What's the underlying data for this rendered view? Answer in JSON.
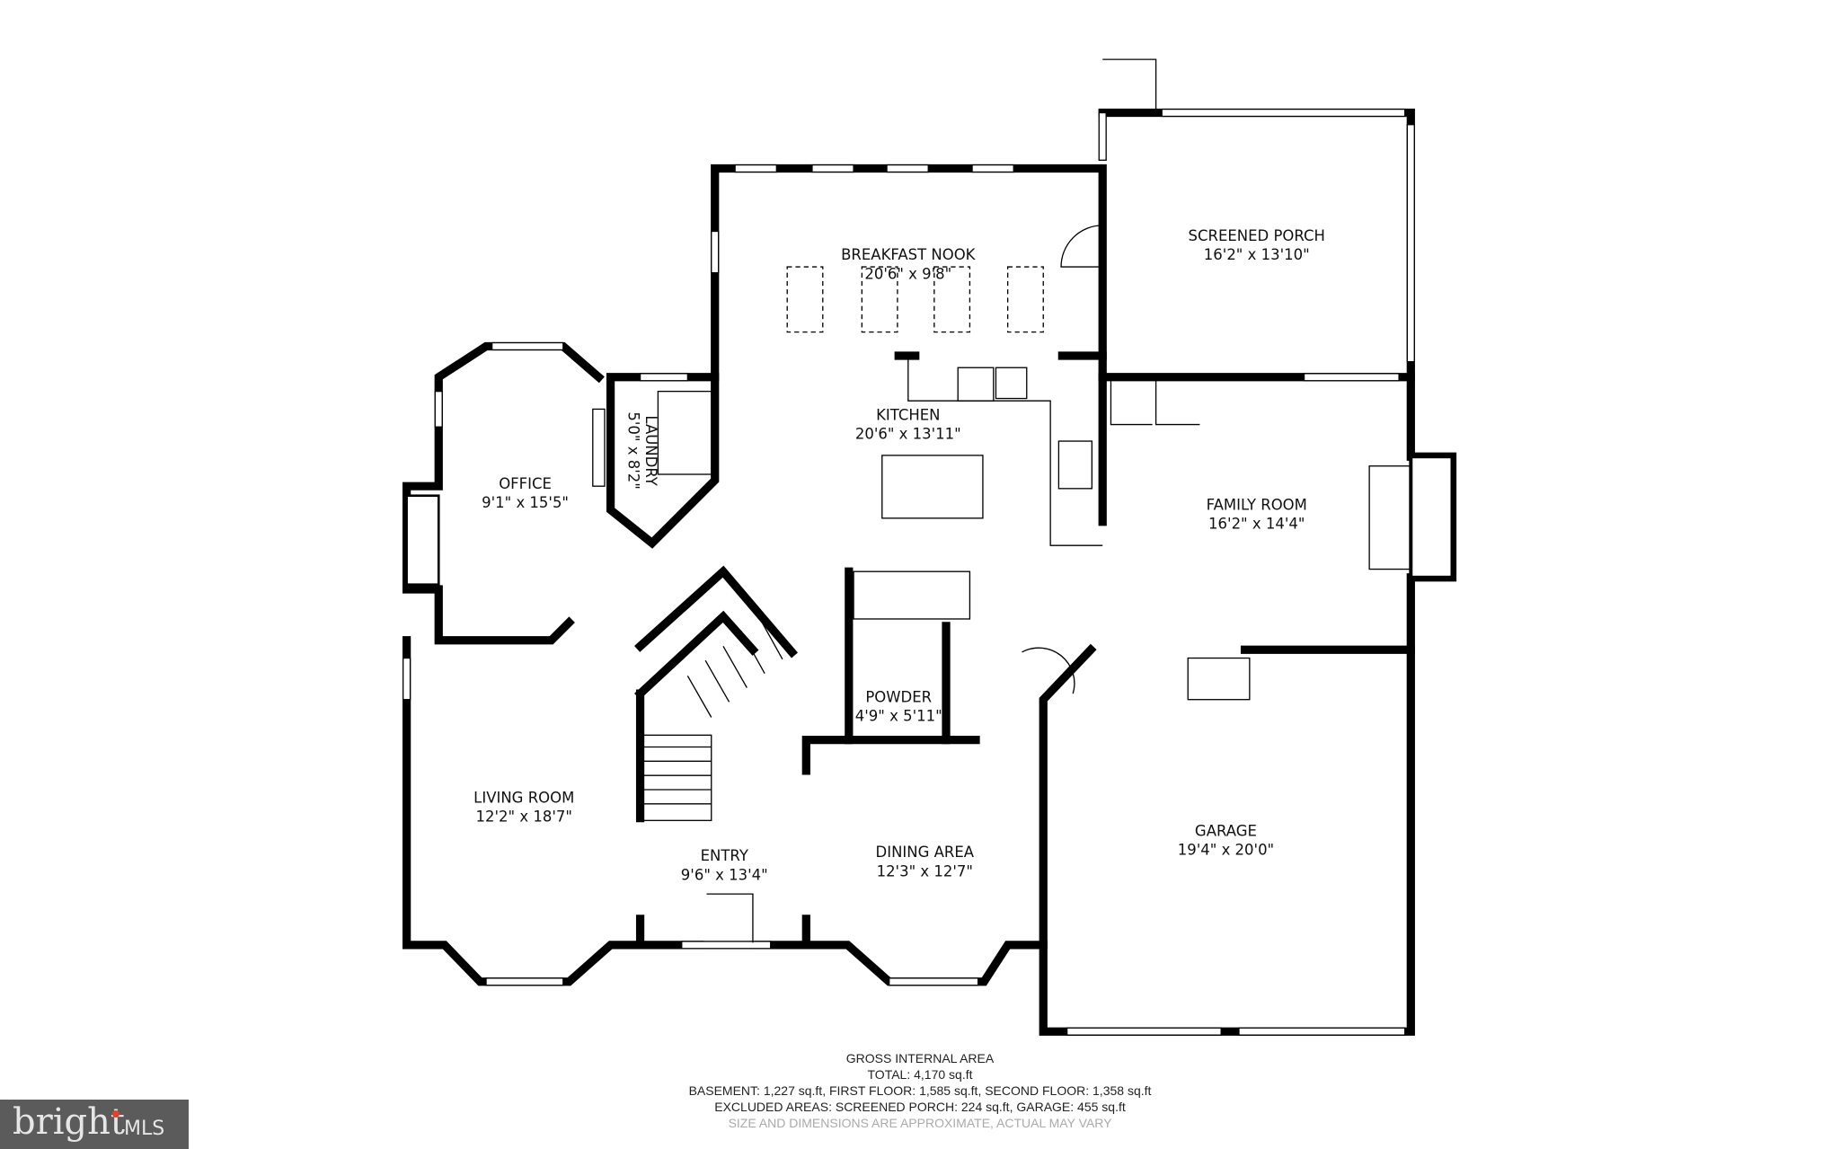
{
  "rooms": {
    "breakfast_nook": {
      "name": "BREAKFAST NOOK",
      "dims": "20'6\" x 9'8\""
    },
    "screened_porch": {
      "name": "SCREENED PORCH",
      "dims": "16'2\" x 13'10\""
    },
    "kitchen": {
      "name": "KITCHEN",
      "dims": "20'6\" x 13'11\""
    },
    "laundry": {
      "name": "LAUNDRY",
      "dims": "5'0\" x 8'2\""
    },
    "office": {
      "name": "OFFICE",
      "dims": "9'1\" x 15'5\""
    },
    "family_room": {
      "name": "FAMILY ROOM",
      "dims": "16'2\" x 14'4\""
    },
    "powder": {
      "name": "POWDER",
      "dims": "4'9\" x 5'11\""
    },
    "living_room": {
      "name": "LIVING ROOM",
      "dims": "12'2\" x 18'7\""
    },
    "entry": {
      "name": "ENTRY",
      "dims": "9'6\" x 13'4\""
    },
    "dining_area": {
      "name": "DINING AREA",
      "dims": "12'3\" x 12'7\""
    },
    "garage": {
      "name": "GARAGE",
      "dims": "19'4\" x 20'0\""
    }
  },
  "footer": {
    "heading": "GROSS INTERNAL AREA",
    "total": "TOTAL: 4,170 sq.ft",
    "floors": "BASEMENT: 1,227 sq.ft, FIRST FLOOR: 1,585 sq.ft, SECOND FLOOR: 1,358 sq.ft",
    "excluded": "EXCLUDED AREAS: SCREENED PORCH: 224 sq.ft, GARAGE: 455 sq.ft",
    "disclaimer": "SIZE AND DIMENSIONS ARE APPROXIMATE, ACTUAL MAY VARY"
  },
  "logo": {
    "brand": "bright",
    "suffix": "MLS",
    "accent_color": "#e0432c",
    "background": "#5b5b5b"
  },
  "colors": {
    "wall": "#000000",
    "disclaimer": "#aaaaaa"
  }
}
